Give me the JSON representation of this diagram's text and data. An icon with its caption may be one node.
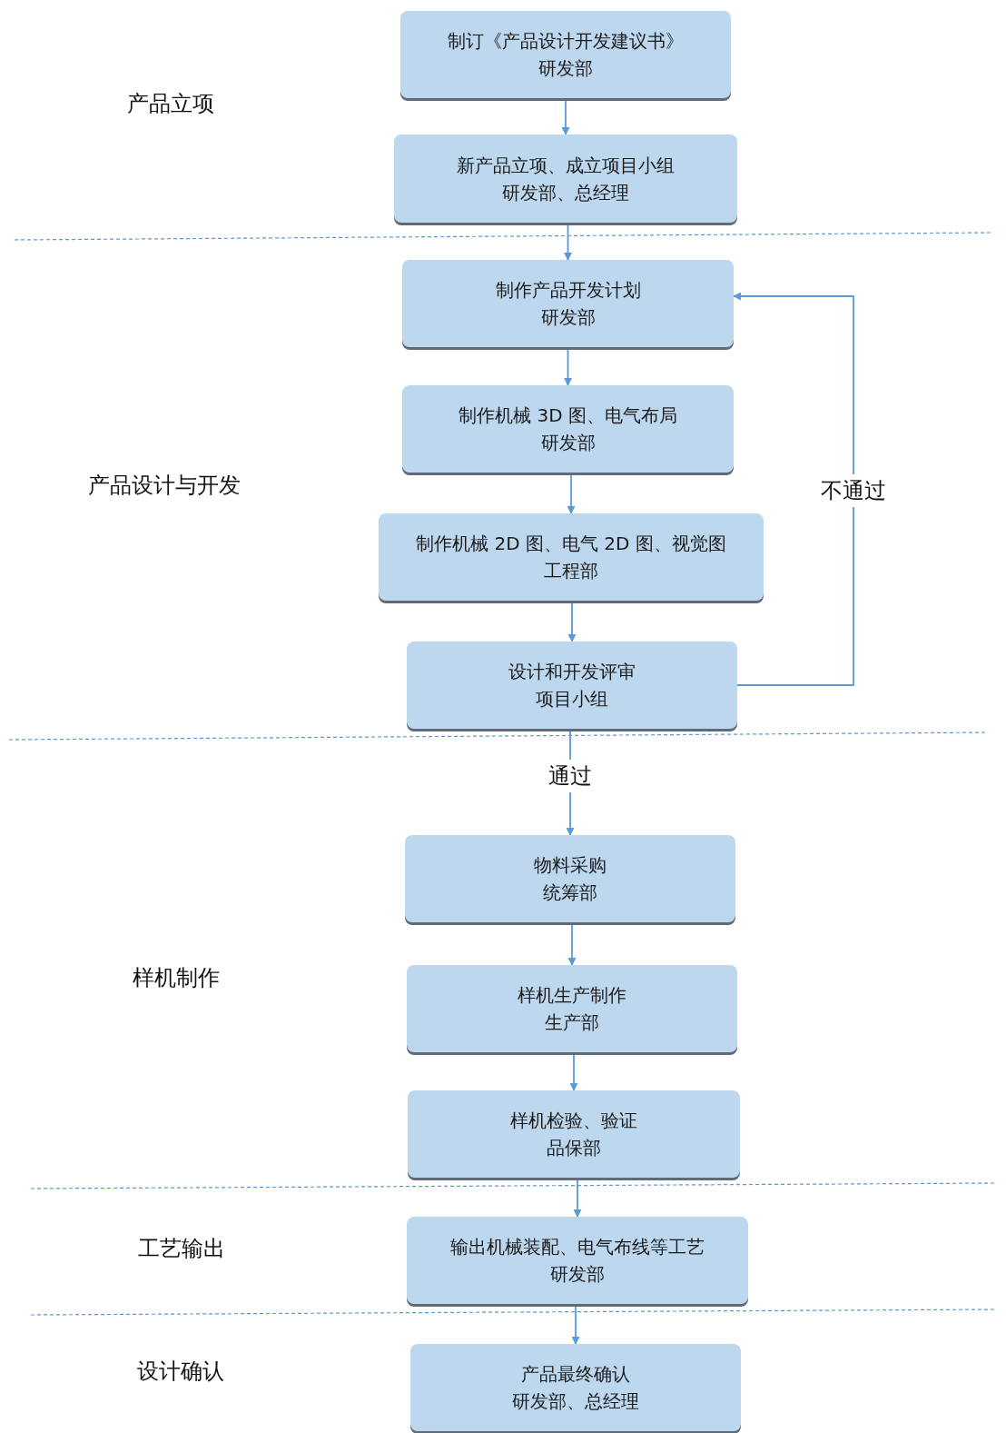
{
  "diagram": {
    "nodes": [
      {
        "text": [
          "制订《产品设计开发建议书》",
          "研发部"
        ]
      },
      {
        "text": [
          "新产品立项、成立项目小组",
          "研发部、总经理"
        ]
      },
      {
        "text": [
          "制作产品开发计划",
          "研发部"
        ]
      },
      {
        "text": [
          "制作机械 3D 图、电气布局",
          "研发部"
        ]
      },
      {
        "text": [
          "制作机械 2D 图、电气 2D 图、视觉图",
          "工程部"
        ]
      },
      {
        "text": [
          "设计和开发评审",
          "项目小组"
        ]
      },
      {
        "text": [
          "物料采购",
          "统筹部"
        ]
      },
      {
        "text": [
          "样机生产制作",
          "生产部"
        ]
      },
      {
        "text": [
          "样机检验、验证",
          "品保部"
        ]
      },
      {
        "text": [
          "输出机械装配、电气布线等工艺",
          "研发部"
        ]
      },
      {
        "text": [
          "产品最终确认",
          "研发部、总经理"
        ]
      }
    ],
    "edges": [
      {
        "from": 0,
        "to": 1,
        "arrow": "to"
      },
      {
        "from": 1,
        "to": 2,
        "arrow": "to"
      },
      {
        "from": 2,
        "to": 3,
        "arrow": "to"
      },
      {
        "from": 3,
        "to": 4,
        "arrow": "to"
      },
      {
        "from": 4,
        "to": 5,
        "arrow": "to"
      },
      {
        "from": 5,
        "to": 2,
        "arrow": "to",
        "label": "不通过"
      },
      {
        "from": 5,
        "to": 6,
        "arrow": "to",
        "label": "通过"
      },
      {
        "from": 6,
        "to": 7,
        "arrow": "to"
      },
      {
        "from": 7,
        "to": 8,
        "arrow": "to"
      },
      {
        "from": 8,
        "to": 9,
        "arrow": "to"
      },
      {
        "from": 9,
        "to": 10,
        "arrow": "to"
      }
    ],
    "labels": [
      "产品立项",
      "产品设计与开发",
      "样机制作",
      "工艺输出",
      "设计确认"
    ]
  }
}
